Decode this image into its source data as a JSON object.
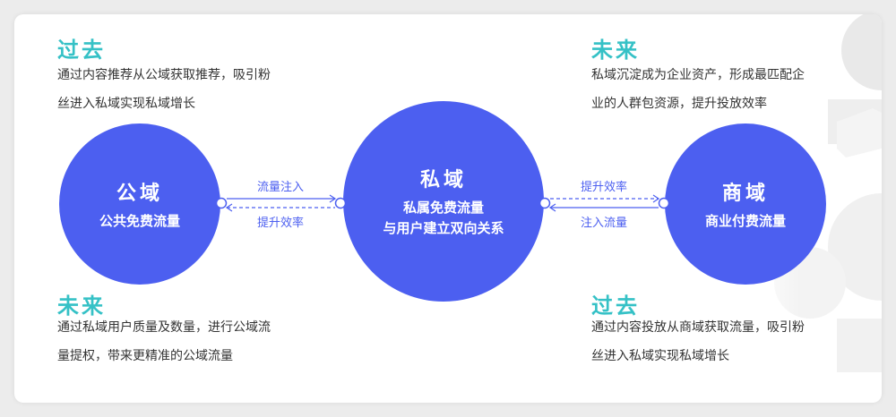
{
  "colors": {
    "accent_heading": "#35c1c6",
    "circle_fill": "#4c5ff0",
    "text": "#333333"
  },
  "notes": {
    "top_left": {
      "heading": "过去",
      "lines": [
        "通过内容推荐从公域获取推荐，吸引粉",
        "丝进入私域实现私域增长"
      ]
    },
    "top_right": {
      "heading": "未来",
      "lines": [
        "私域沉淀成为企业资产，形成最匹配企",
        "业的人群包资源，提升投放效率"
      ]
    },
    "bottom_left": {
      "heading": "未来",
      "lines": [
        "通过私域用户质量及数量，进行公域流",
        "量提权，带来更精准的公域流量"
      ]
    },
    "bottom_right": {
      "heading": "过去",
      "lines": [
        "通过内容投放从商域获取流量，吸引粉",
        "丝进入私域实现私域增长"
      ]
    }
  },
  "circles": {
    "public": {
      "title": "公域",
      "lines": [
        "公共免费流量"
      ]
    },
    "private": {
      "title": "私域",
      "lines": [
        "私属免费流量",
        "与用户建立双向关系"
      ]
    },
    "commercial": {
      "title": "商域",
      "lines": [
        "商业付费流量"
      ]
    }
  },
  "connectors": {
    "left": {
      "top_label": "流量注入",
      "bottom_label": "提升效率"
    },
    "right": {
      "top_label": "提升效率",
      "bottom_label": "注入流量"
    }
  }
}
